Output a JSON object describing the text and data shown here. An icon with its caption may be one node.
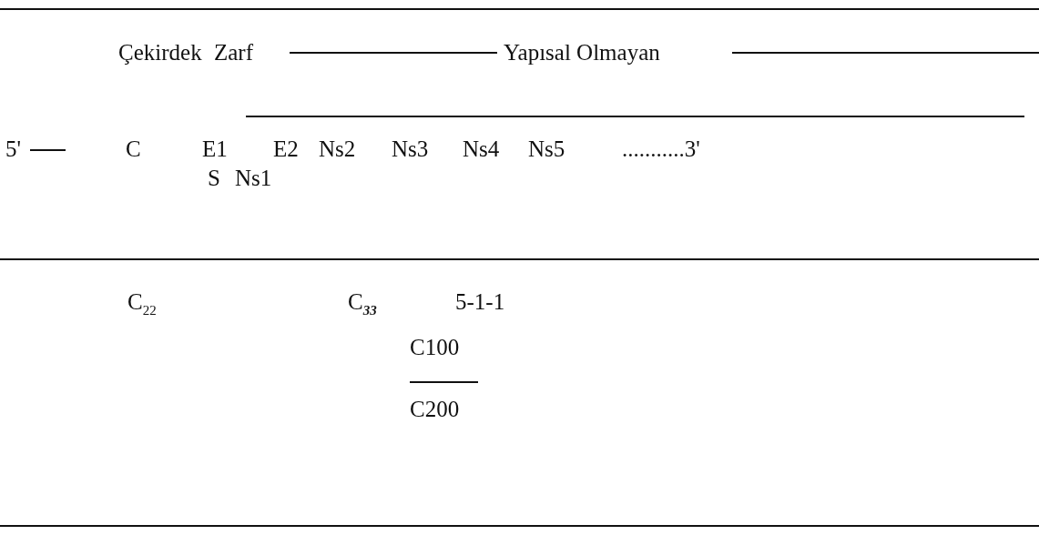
{
  "diagram": {
    "labels": [
      "Çekirdek",
      "Zarf",
      "Yapısal Olmayan",
      "5'",
      "C",
      "E1",
      "E2",
      "Ns2",
      "Ns3",
      "Ns4",
      "Ns5",
      "...........3'",
      "S",
      "Ns1",
      "C$_{22}$",
      "C$_{33}$",
      "5-1-1",
      "C100",
      "C200"
    ]
  }
}
